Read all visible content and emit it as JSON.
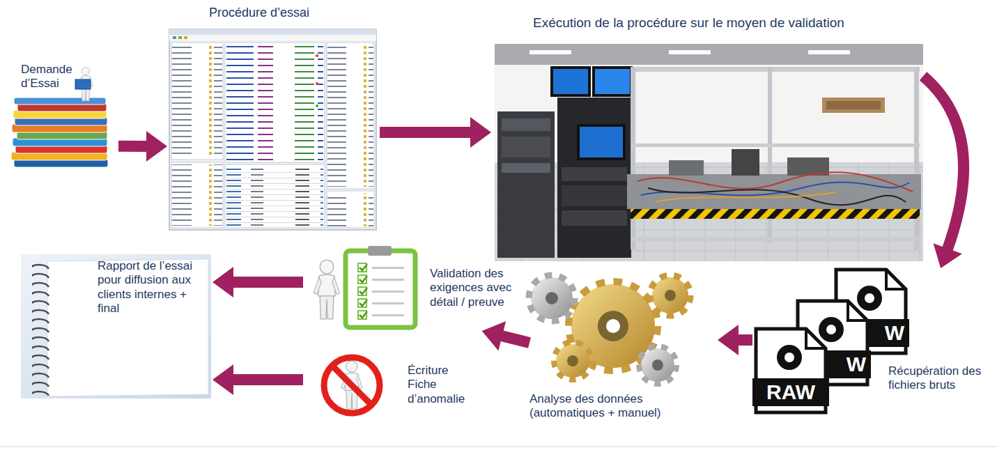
{
  "diagram": {
    "nodes": [
      {
        "text": [
          "Demande d’Essai"
        ]
      },
      {
        "text": [
          "Procédure d’essai"
        ]
      },
      {
        "text": [
          "Exécution de la procédure sur le moyen de validation"
        ]
      },
      {
        "text": [
          "Récupération des fichiers bruts"
        ]
      },
      {
        "text": [
          "Analyse des données (automatiques + manuel)"
        ]
      },
      {
        "text": [
          "Validation des exigences avec détail / preuve"
        ]
      },
      {
        "text": [
          "Écriture Fiche d’anomalie"
        ]
      },
      {
        "text": [
          "Rapport de l’essai pour diffusion aux clients internes + final"
        ]
      }
    ],
    "edges": [
      {
        "from": 0,
        "to": 1,
        "arrow": "to"
      },
      {
        "from": 1,
        "to": 2,
        "arrow": "to"
      },
      {
        "from": 2,
        "to": 3,
        "arrow": "to"
      },
      {
        "from": 3,
        "to": 4,
        "arrow": "to"
      },
      {
        "from": 4,
        "to": 5,
        "arrow": "to"
      },
      {
        "from": 5,
        "to": 7,
        "arrow": "to"
      },
      {
        "from": 6,
        "to": 7,
        "arrow": "to"
      }
    ],
    "labels": [
      "RAW",
      "W",
      "W"
    ]
  }
}
